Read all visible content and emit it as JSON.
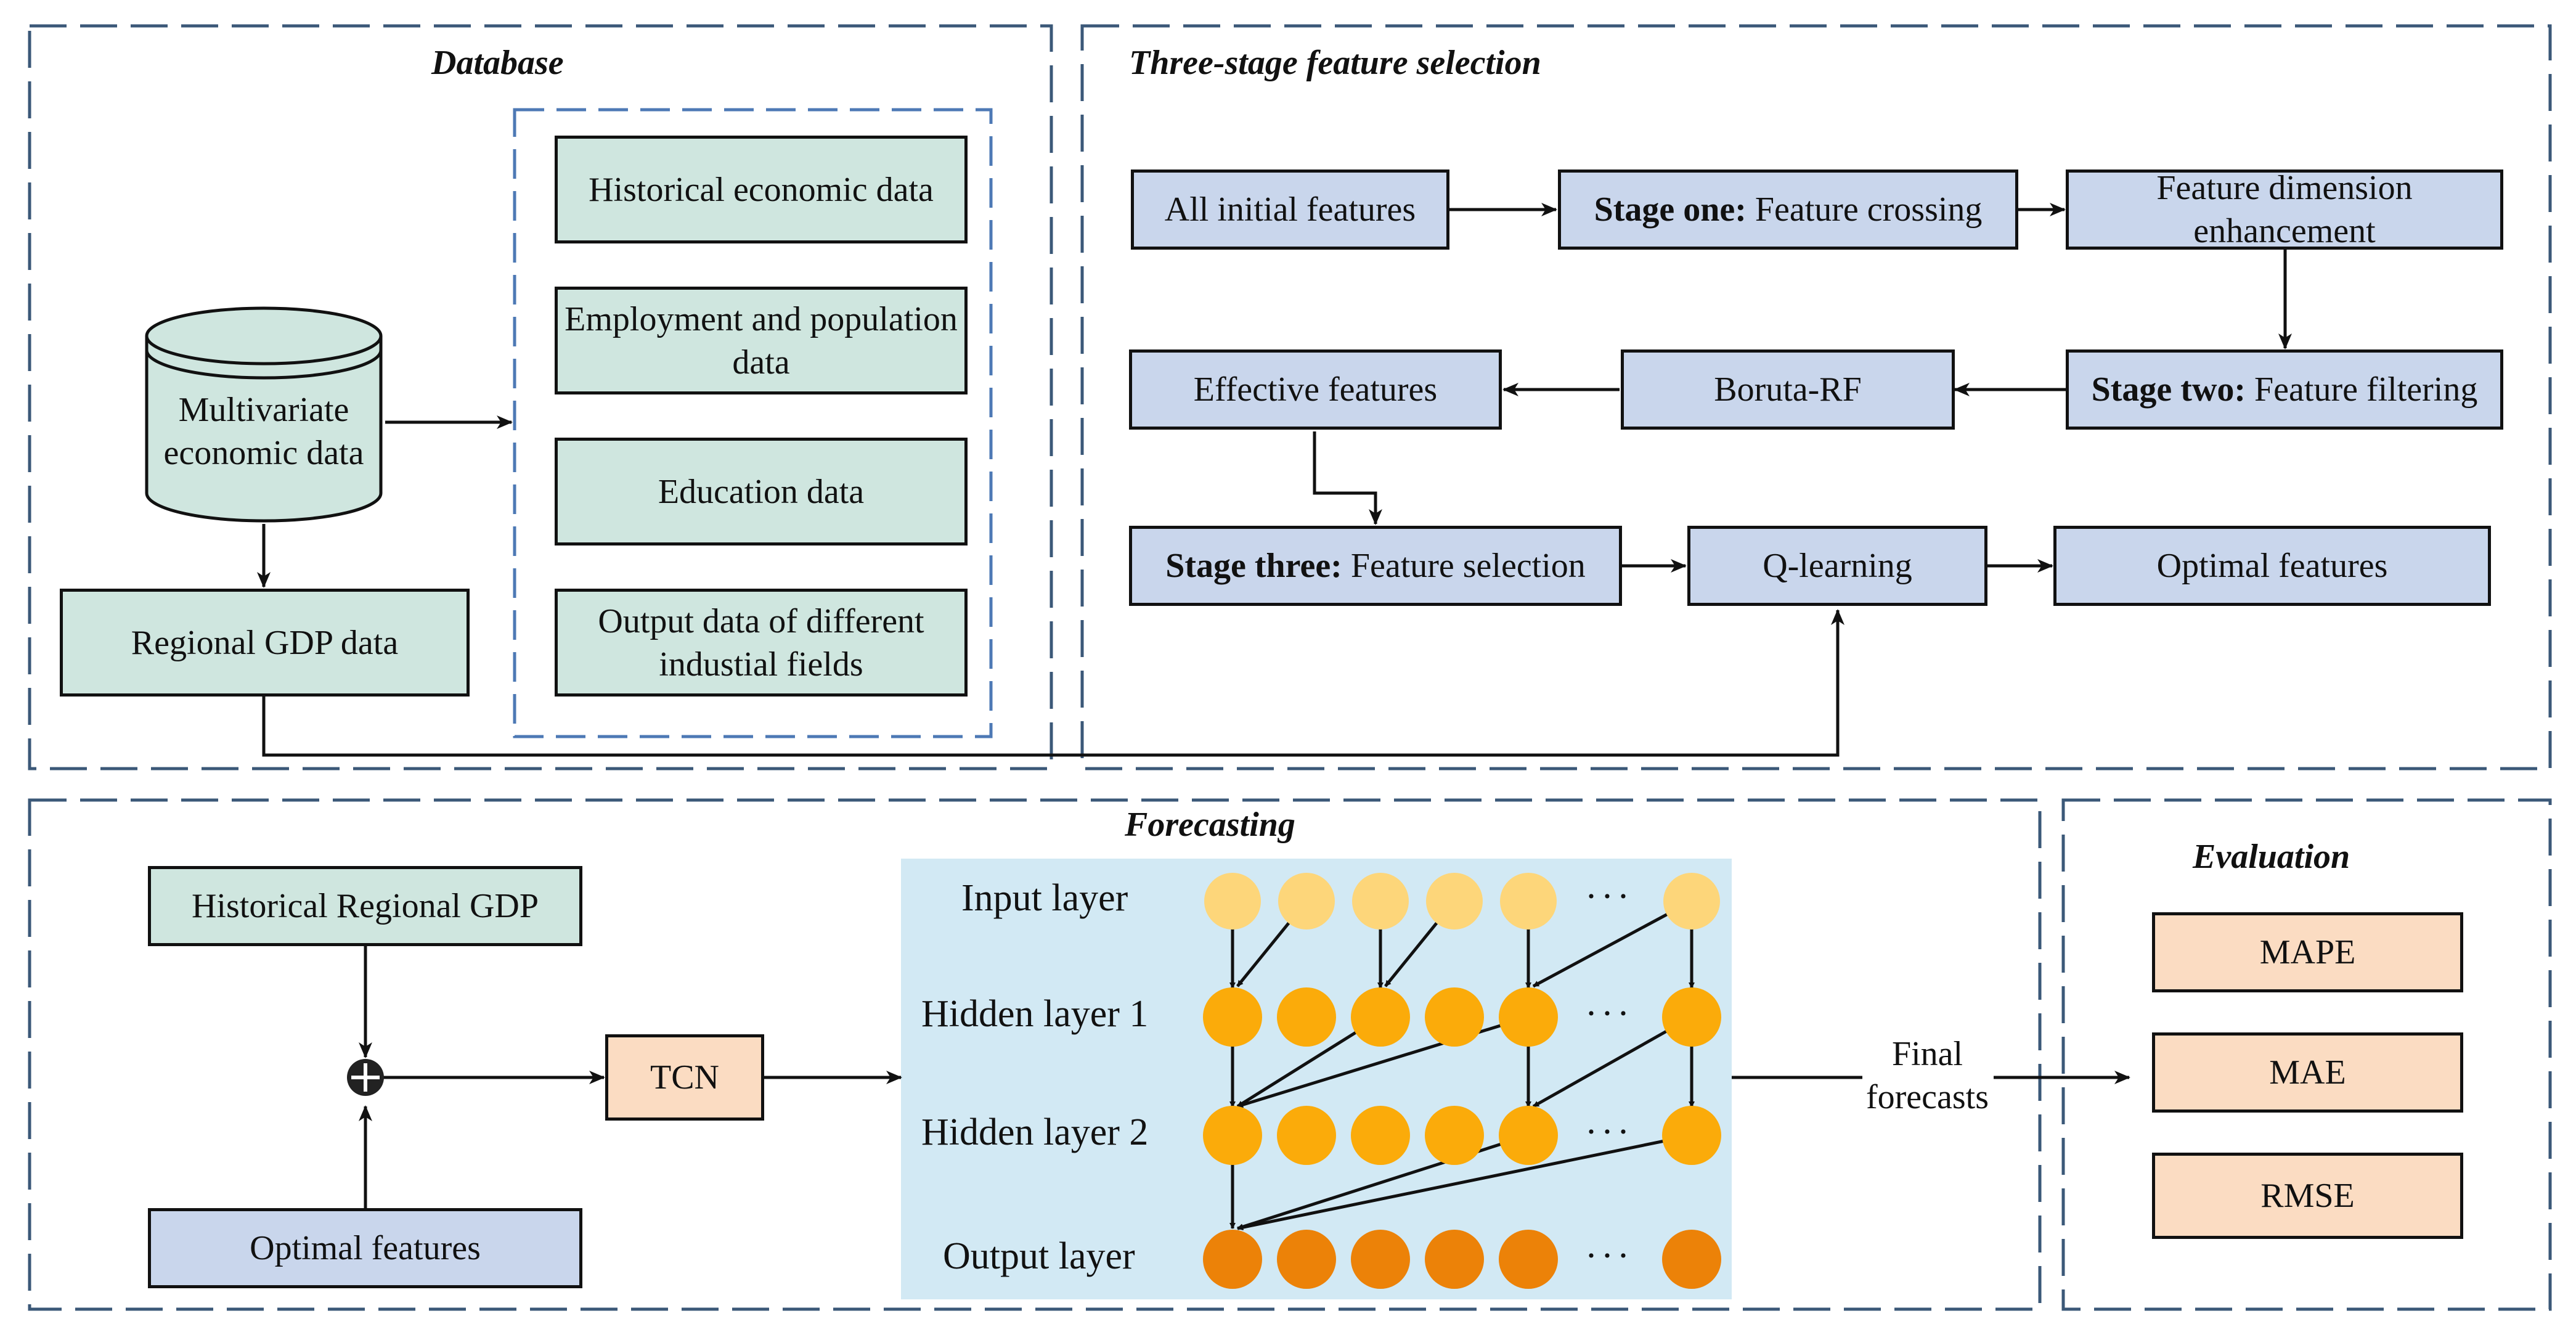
{
  "sections": {
    "database": "Database",
    "feature_selection": "Three-stage feature selection",
    "forecasting": "Forecasting",
    "evaluation": "Evaluation"
  },
  "database": {
    "multivariate": "Multivariate economic  data",
    "regional_gdp": "Regional GDP data",
    "items": [
      "Historical economic data",
      "Employment and population data",
      "Education data",
      "Output data of different industial fields"
    ]
  },
  "feature_selection": {
    "all_initial": "All initial features",
    "stage_one_bold": "Stage one:",
    "stage_one_text": " Feature crossing",
    "enhancement": "Feature dimension enhancement",
    "stage_two_bold": "Stage two:",
    "stage_two_text": " Feature filtering",
    "boruta": "Boruta-RF",
    "effective": "Effective features",
    "stage_three_bold": "Stage three:",
    "stage_three_text": " Feature selection",
    "qlearning": "Q-learning",
    "optimal": "Optimal features"
  },
  "forecasting": {
    "historical": "Historical Regional GDP",
    "optimal": "Optimal features",
    "tcn": "TCN",
    "final": "Final forecasts",
    "layers": [
      "Input layer",
      "Hidden layer 1",
      "Hidden layer 2",
      "Output layer"
    ],
    "ellipsis": "···"
  },
  "evaluation": {
    "metrics": [
      "MAPE",
      "MAE",
      "RMSE"
    ]
  },
  "colors": {
    "green_box": "#cfe6df",
    "blue_box": "#c9d6ec",
    "peach_box": "#fbdcc2",
    "dashed_border": "#3b5878",
    "database_inner_border": "#4d79b5",
    "network_bg": "#d2e9f4",
    "input_node": "#fdd67a",
    "hidden_node": "#fbab0a",
    "output_node": "#ec8208"
  }
}
